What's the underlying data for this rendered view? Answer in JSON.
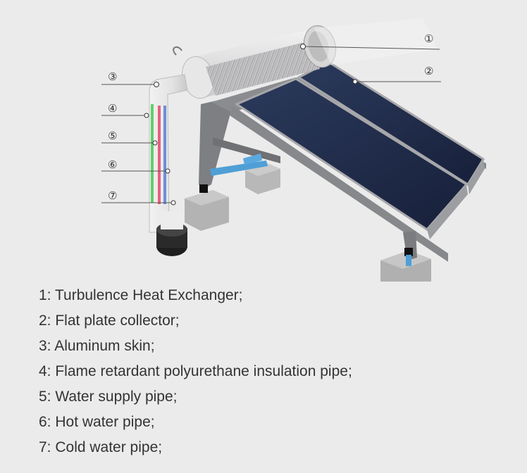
{
  "callouts": [
    {
      "num": "①",
      "label": "1: Turbulence Heat Exchanger;"
    },
    {
      "num": "②",
      "label": "2: Flat plate collector;"
    },
    {
      "num": "③",
      "label": "3: Aluminum skin;"
    },
    {
      "num": "④",
      "label": "4: Flame retardant polyurethane insulation pipe;"
    },
    {
      "num": "⑤",
      "label": "5: Water supply pipe;"
    },
    {
      "num": "⑥",
      "label": "6: Hot water pipe;"
    },
    {
      "num": "⑦",
      "label": "7: Cold water pipe;"
    }
  ],
  "colors": {
    "background": "#ebebeb",
    "panel": "#1f2a44",
    "frame": "#7d7f82",
    "support_pipe": "#4f9fd6",
    "hot_pipe": "#e8607a",
    "cold_pipe": "#6d8fd8",
    "supply_pipe": "#5fcf6a",
    "text": "#333333"
  }
}
